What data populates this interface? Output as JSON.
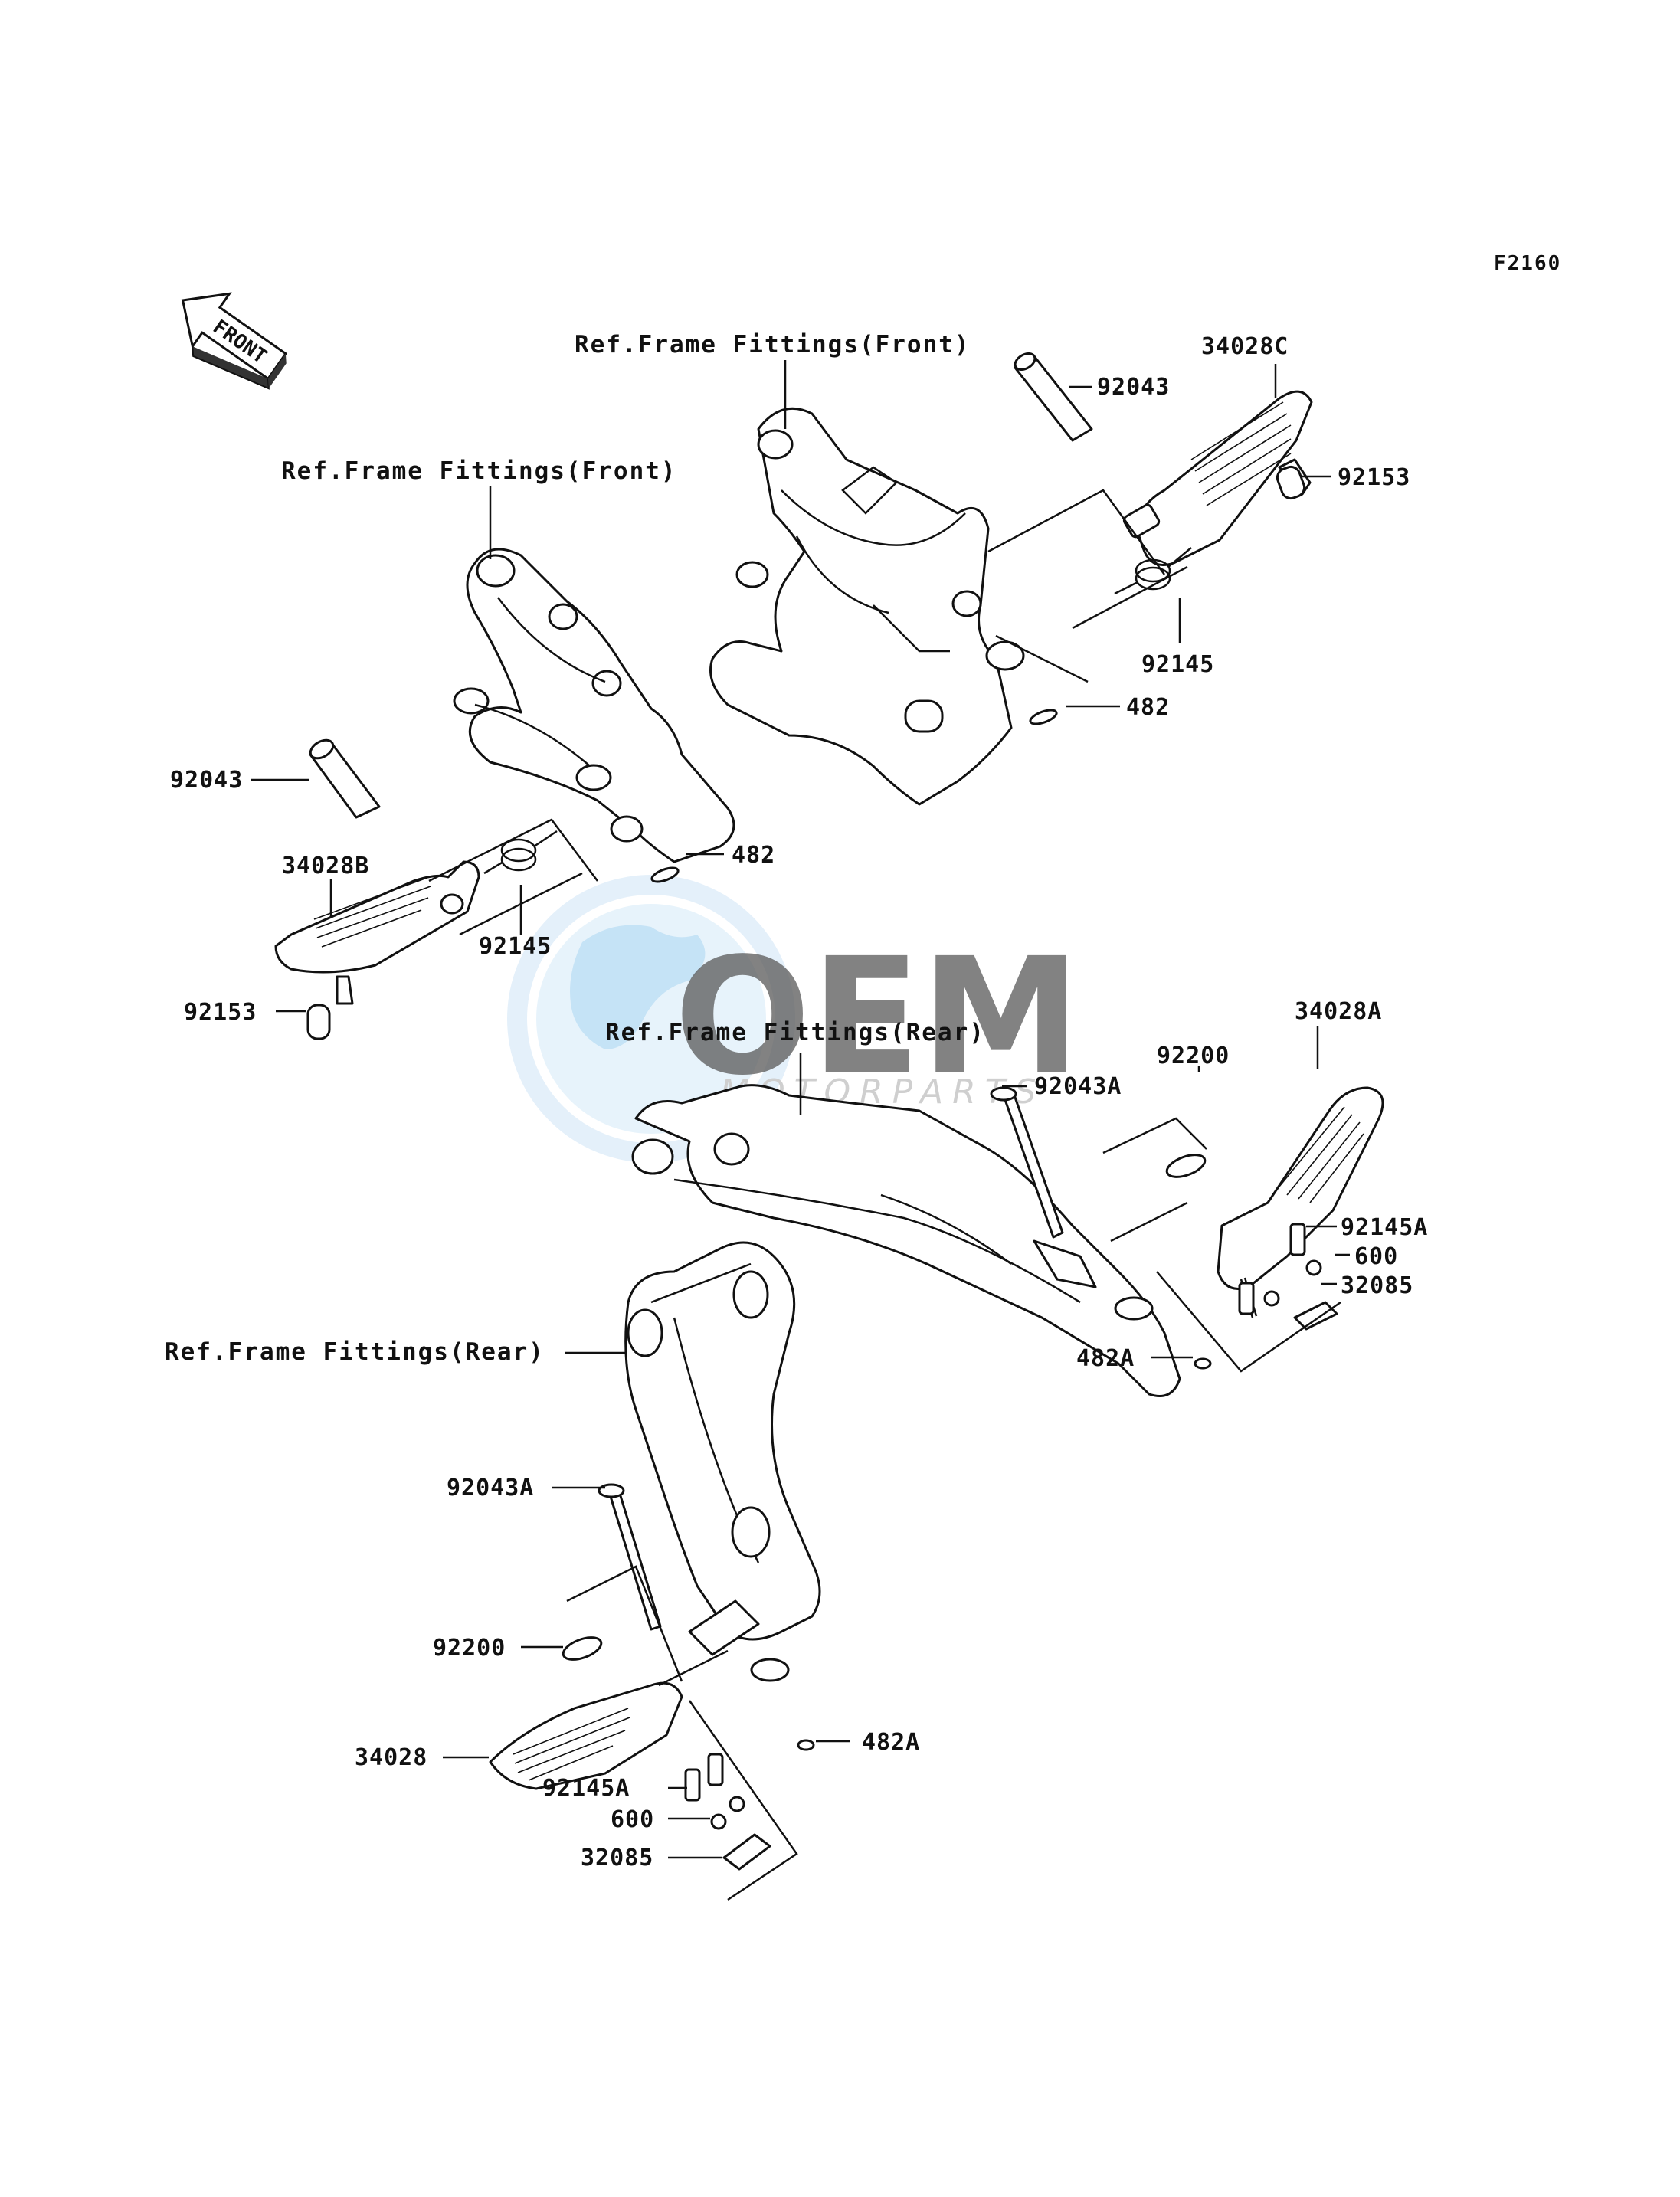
{
  "diagram": {
    "code": "F2160",
    "front_label": "FRONT",
    "refs": {
      "front_top": "Ref.Frame Fittings(Front)",
      "front_left": "Ref.Frame Fittings(Front)",
      "rear_center": "Ref.Frame Fittings(Rear)",
      "rear_left": "Ref.Frame Fittings(Rear)"
    },
    "labels": {
      "p92043_tr": "92043",
      "p34028C": "34028C",
      "p92153_tr": "92153",
      "p92145_tr": "92145",
      "p482_tr": "482",
      "p92043_l": "92043",
      "p34028B": "34028B",
      "p482_l": "482",
      "p92145_l": "92145",
      "p92153_l": "92153",
      "p34028A": "34028A",
      "p92200_r": "92200",
      "p92043A_r": "92043A",
      "p92145A_r": "92145A",
      "p600_r": "600",
      "p32085_r": "32085",
      "p482A_r": "482A",
      "p92043A_l": "92043A",
      "p92200_l": "92200",
      "p482A_l": "482A",
      "p34028": "34028",
      "p92145A_l": "92145A",
      "p600_l": "600",
      "p32085_l": "32085"
    },
    "watermark": {
      "brand": "OEM",
      "sub": "MOTORPARTS",
      "globe_color": "#bfe0f5",
      "ring_color": "#e7f2fb"
    }
  }
}
